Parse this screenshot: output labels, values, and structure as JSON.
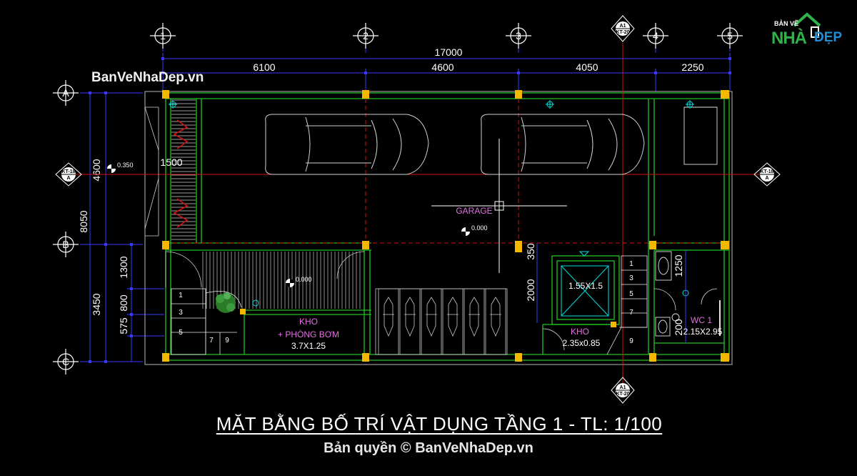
{
  "title": "MẶT BẰNG BỐ TRÍ VẬT DỤNG TẦNG 1 - TL: 1/100",
  "copyright": "Bản quyền © BanVeNhaDep.vn",
  "watermark": "BanVeNhaDep.vn",
  "logo": {
    "top_text": "BẢN VẼ",
    "nhi_text": "NHÀ",
    "dep_text": "ĐẸP"
  },
  "grid_cols": [
    "1",
    "2",
    "3",
    "4",
    "5"
  ],
  "grid_rows": [
    "A",
    "B",
    "C"
  ],
  "dims_top": {
    "total": "17000",
    "segments": [
      "6100",
      "4600",
      "4050",
      "2250"
    ]
  },
  "dims_left": {
    "outer": [
      "4600",
      "3450"
    ],
    "total": "8050",
    "inner": [
      "1300",
      "800",
      "575"
    ]
  },
  "dims_misc": {
    "d1500": "1500",
    "d350": "350",
    "d2000": "2000",
    "d1250": "1250",
    "d200": "200"
  },
  "levels": {
    "entry": "0.350",
    "garage": "0.000",
    "hall": "0.000"
  },
  "section_marks": {
    "top": {
      "letter": "A1",
      "ref": "KT-20"
    },
    "bottom": {
      "letter": "A1",
      "ref": "KT-20"
    },
    "left": {
      "letter": "A",
      "ref": "KT-18"
    },
    "right": {
      "letter": "A",
      "ref": "KT-18"
    }
  },
  "rooms": {
    "garage": "GARAGE",
    "kho_pump_1": "KHO",
    "kho_pump_2": "+ PHÒNG BƠM",
    "kho_pump_3": "3.7X1.25",
    "lift": "1.55X1.5",
    "kho2_1": "KHO",
    "kho2_2": "2.35x0.85",
    "wc_1": "WC 1",
    "wc_2": "2.15X2.95"
  },
  "stair_left_numbers": [
    "1",
    "3",
    "5",
    "7",
    "9"
  ],
  "stair_right_numbers": [
    "1",
    "3",
    "5",
    "7",
    "9"
  ],
  "colors": {
    "grid_axis": "#d21010",
    "walls": "#22c322",
    "columns": "#f5b800",
    "dims": "#3a3aff",
    "text_magenta": "#e070e0",
    "text_white": "#ffffff",
    "cyan": "#00e0e0",
    "stairs": "#e8e8e8",
    "beam": "#a01010",
    "cars": "#d0d0d0"
  }
}
